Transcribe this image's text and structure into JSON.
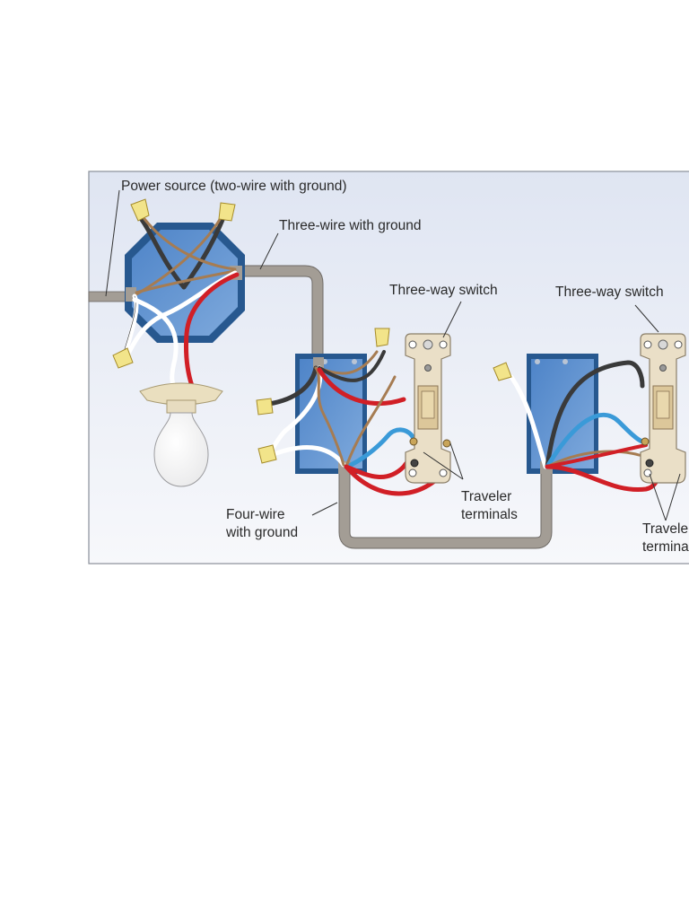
{
  "labels": {
    "power_source": "Power source (two-wire with ground)",
    "three_wire": "Three-wire with ground",
    "switch_1": "Three-way switch",
    "switch_2": "Three-way switch",
    "four_wire_line1": "Four-wire",
    "four_wire_line2": "with ground",
    "traveler_1_line1": "Traveler",
    "traveler_1_line2": "terminals",
    "traveler_2_line1": "Traveler",
    "traveler_2_line2": "terminals"
  },
  "colors": {
    "panel_bg": "#dde3f0",
    "box_blue": "#4c82c6",
    "cable_gray": "#a39d95",
    "wire_black": "#3a3a3a",
    "wire_white": "#ffffff",
    "wire_red": "#d11f26",
    "wire_blue": "#3a9ad8",
    "wire_bare": "#a67c52",
    "wire_nut": "#f2e48a"
  }
}
